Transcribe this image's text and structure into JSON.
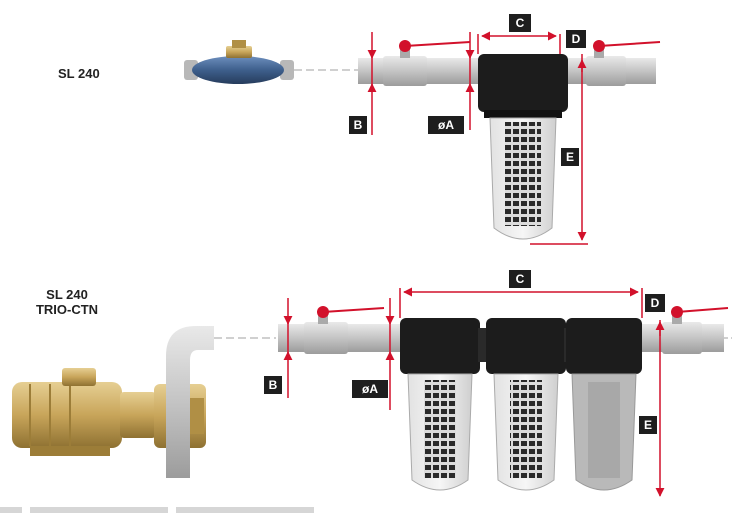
{
  "top": {
    "model": "SL 240",
    "labels": {
      "a": "øA",
      "b": "B",
      "c": "C",
      "d": "D",
      "e": "E"
    }
  },
  "bottom": {
    "model_line1": "SL 240",
    "model_line2": "TRIO-CTN",
    "labels": {
      "a": "øA",
      "b": "B",
      "c": "C",
      "d": "D",
      "e": "E"
    }
  },
  "colors": {
    "dimension_red": "#d2112b",
    "label_bg": "#1e1e1e",
    "filter_head": "#1c1c1c",
    "pipe_grey": "#c9c9c9",
    "brass": "#c8a55a",
    "meter_blue": "#3e5f8c"
  }
}
